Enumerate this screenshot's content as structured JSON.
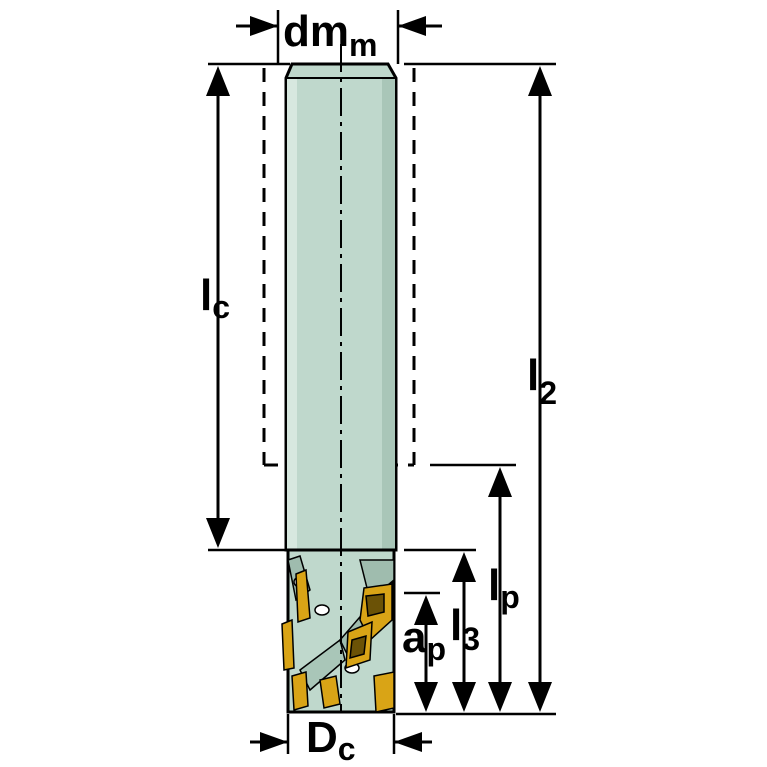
{
  "colors": {
    "body_fill": "#bfd8cc",
    "outline": "#000000",
    "insert_gold": "#d9a416",
    "insert_dark": "#6b5206"
  },
  "labels": {
    "dmm": {
      "main": "dm",
      "sub": "m"
    },
    "lc": {
      "main": "l",
      "sub": "c"
    },
    "l2": {
      "main": "l",
      "sub": "2"
    },
    "lp": {
      "main": "l",
      "sub": "p"
    },
    "l3": {
      "main": "l",
      "sub": "3"
    },
    "ap": {
      "main": "a",
      "sub": "p"
    },
    "dc": {
      "main": "D",
      "sub": "c"
    }
  }
}
